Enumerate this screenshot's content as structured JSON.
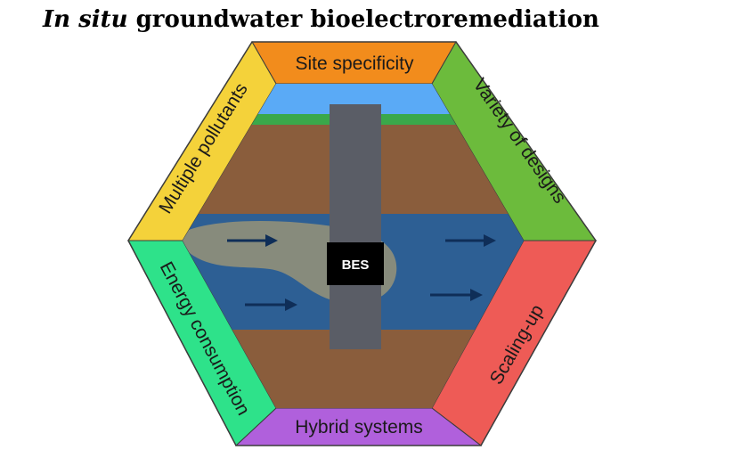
{
  "title": {
    "italic_part": "In situ",
    "rest": " groundwater bioelectroremediation"
  },
  "center_label": "BES",
  "sides": {
    "top": "Site specificity",
    "upper_right": "Variety of designs",
    "lower_right": "Scaling-up",
    "bottom": "Hybrid systems",
    "lower_left": "Energy consumption",
    "upper_left": "Multiple pollutants"
  },
  "colors": {
    "top": "#f28c1c",
    "upper_right": "#6cbb3c",
    "lower_right": "#ee5b56",
    "bottom": "#b060dc",
    "lower_left": "#2ee28a",
    "upper_left": "#f4d23a",
    "sky": "#5aaaf6",
    "grass": "#3aa84a",
    "soil": "#8a5d3c",
    "aquifer": "#2d5f94",
    "plume": "#a59a74",
    "well": "#5a5d66",
    "arrow": "#0f2e58"
  }
}
